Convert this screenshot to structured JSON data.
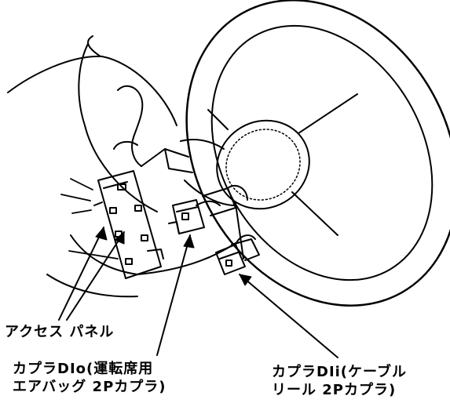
{
  "labels": {
    "access_panel": "アクセス パネル",
    "coupler_d1o": {
      "line1": "カプラDIo(運転席用",
      "line2": "エアバッグ 2Pカプラ)"
    },
    "coupler_d1i": {
      "line1": "カプラDIi(ケーブル",
      "line2": "リール 2Pカプラ)"
    }
  },
  "colors": {
    "ink": "#000000",
    "paper": "#ffffff"
  }
}
